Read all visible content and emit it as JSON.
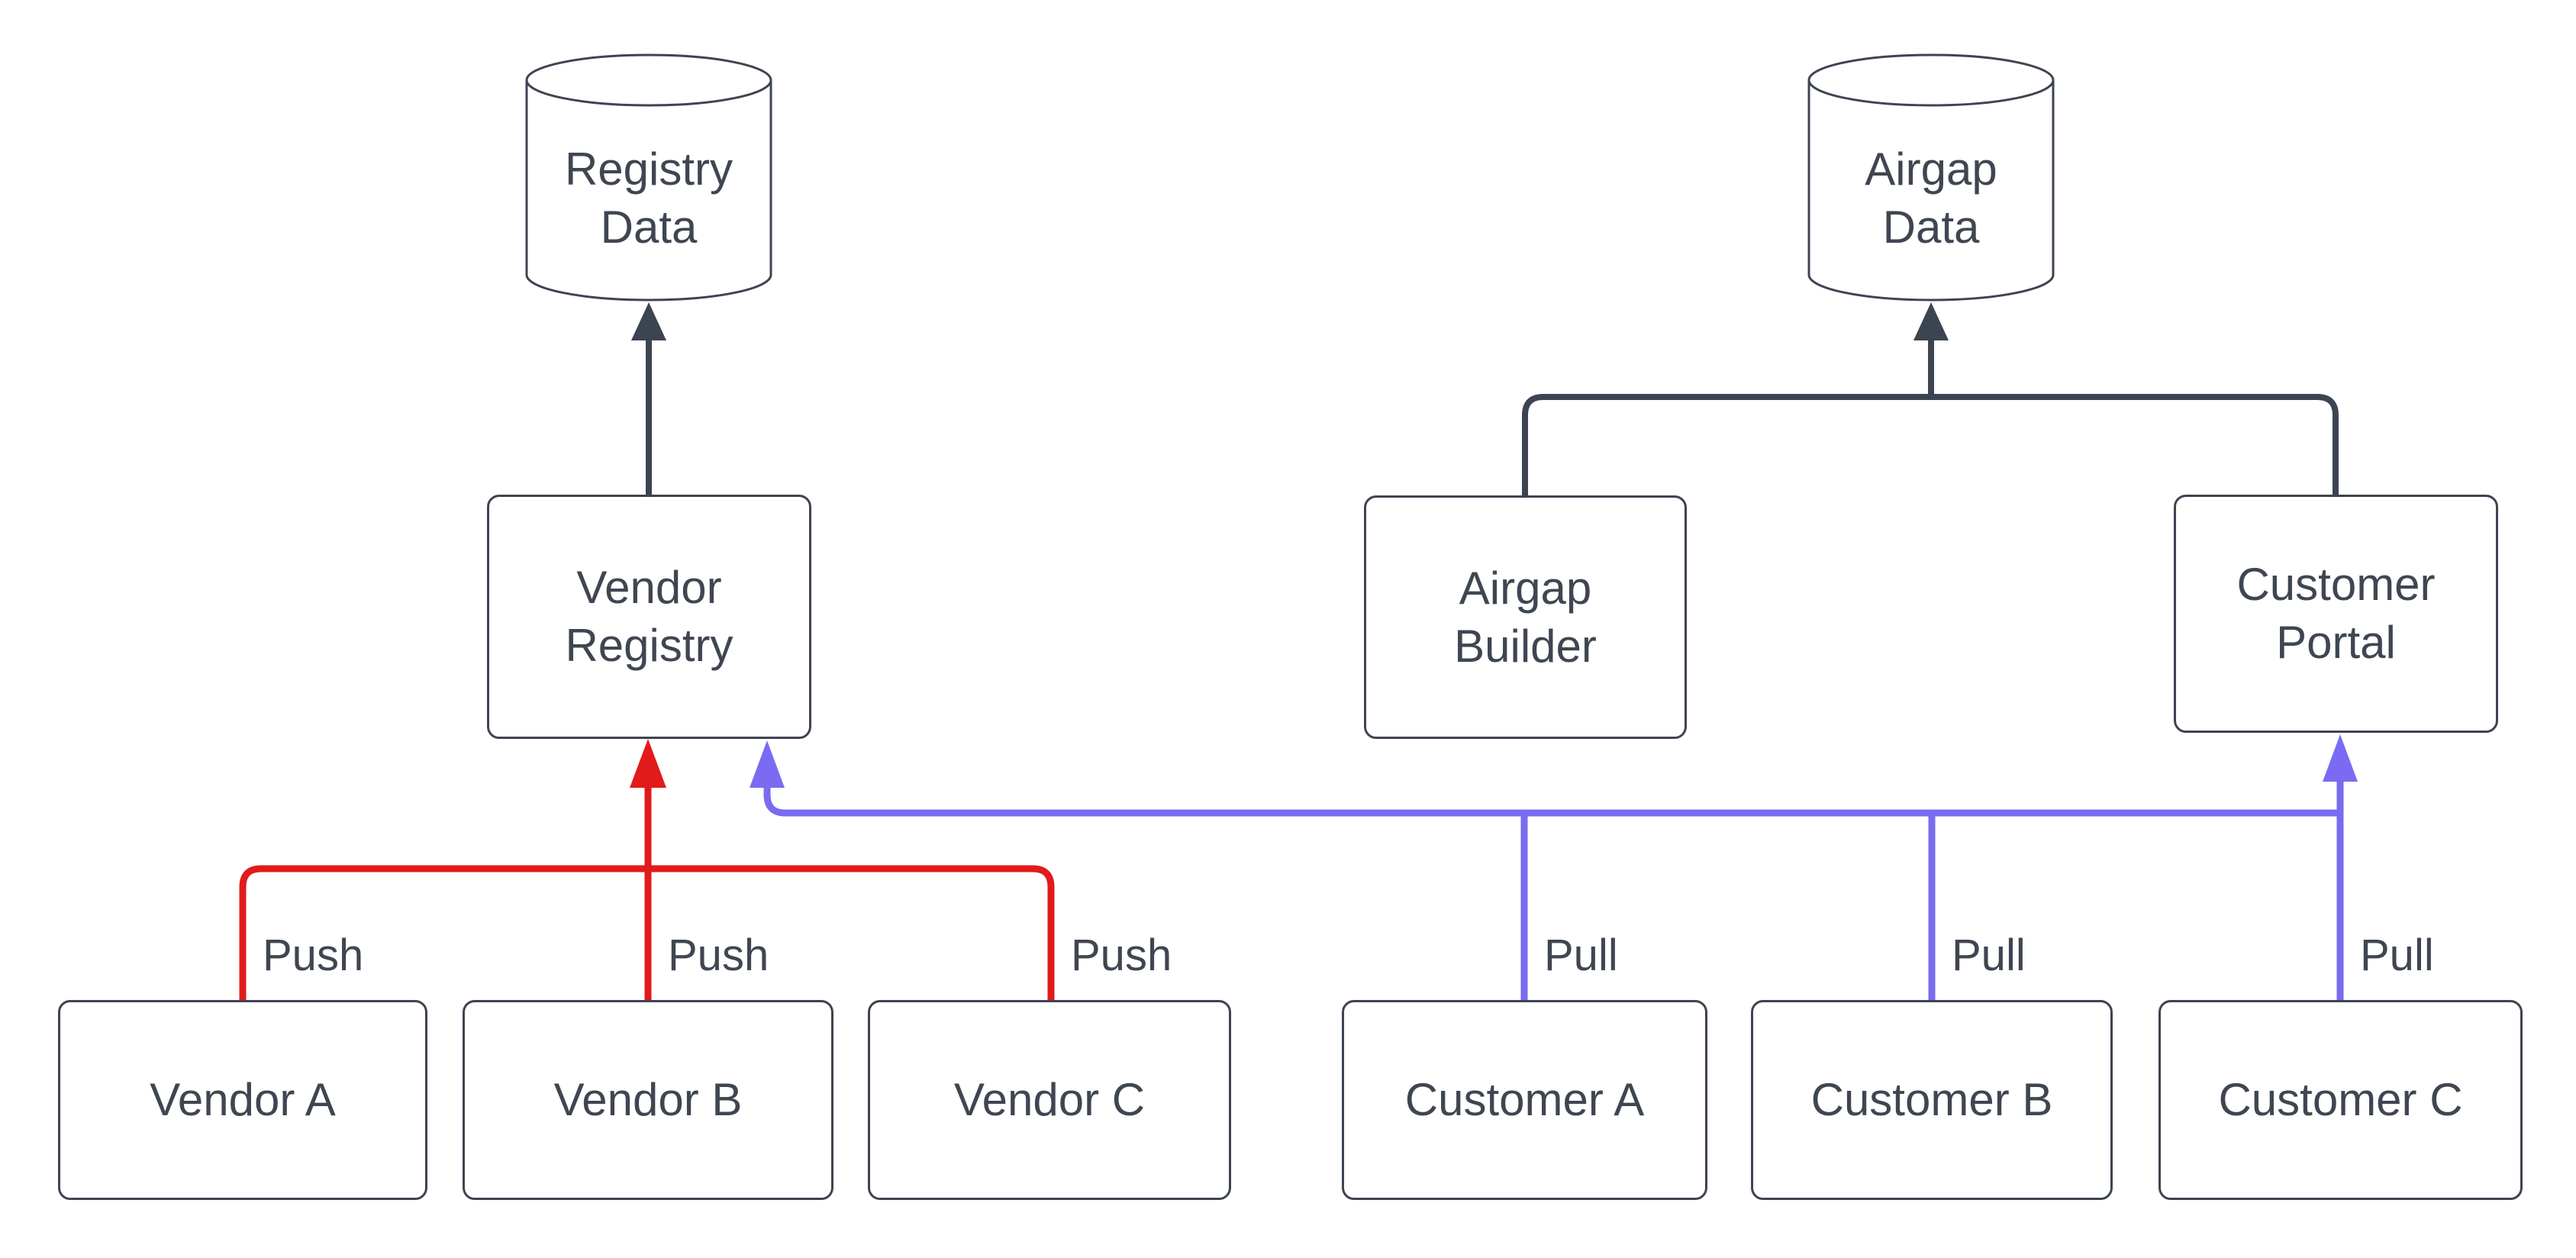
{
  "diagram": {
    "colors": {
      "stroke_dark": "#3d4451",
      "push_red": "#e11b1b",
      "pull_blue": "#7a6bf2",
      "text": "#3f4652",
      "background": "#ffffff",
      "node_fill": "#ffffff"
    },
    "nodes": {
      "registry_data": {
        "type": "cylinder",
        "line1": "Registry",
        "line2": "Data"
      },
      "airgap_data": {
        "type": "cylinder",
        "line1": "Airgap",
        "line2": "Data"
      },
      "vendor_registry": {
        "type": "box",
        "line1": "Vendor",
        "line2": "Registry"
      },
      "airgap_builder": {
        "type": "box",
        "line1": "Airgap",
        "line2": "Builder"
      },
      "customer_portal": {
        "type": "box",
        "line1": "Customer",
        "line2": "Portal"
      },
      "vendor_a": {
        "type": "box",
        "label": "Vendor A"
      },
      "vendor_b": {
        "type": "box",
        "label": "Vendor B"
      },
      "vendor_c": {
        "type": "box",
        "label": "Vendor C"
      },
      "customer_a": {
        "type": "box",
        "label": "Customer A"
      },
      "customer_b": {
        "type": "box",
        "label": "Customer B"
      },
      "customer_c": {
        "type": "box",
        "label": "Customer C"
      }
    },
    "edges": [
      {
        "from": "Vendor Registry",
        "to": "Registry Data",
        "label": "",
        "color": "dark"
      },
      {
        "from": "Airgap Builder",
        "to": "Airgap Data",
        "label": "",
        "color": "dark"
      },
      {
        "from": "Customer Portal",
        "to": "Airgap Data",
        "label": "",
        "color": "dark"
      },
      {
        "from": "Vendor A",
        "to": "Vendor Registry",
        "label": "Push",
        "color": "red"
      },
      {
        "from": "Vendor B",
        "to": "Vendor Registry",
        "label": "Push",
        "color": "red"
      },
      {
        "from": "Vendor C",
        "to": "Vendor Registry",
        "label": "Push",
        "color": "red"
      },
      {
        "from": "Customer A",
        "to": "Vendor Registry / Customer Portal",
        "label": "Pull",
        "color": "blue"
      },
      {
        "from": "Customer B",
        "to": "Vendor Registry / Customer Portal",
        "label": "Pull",
        "color": "blue"
      },
      {
        "from": "Customer C",
        "to": "Vendor Registry / Customer Portal",
        "label": "Pull",
        "color": "blue"
      }
    ]
  }
}
